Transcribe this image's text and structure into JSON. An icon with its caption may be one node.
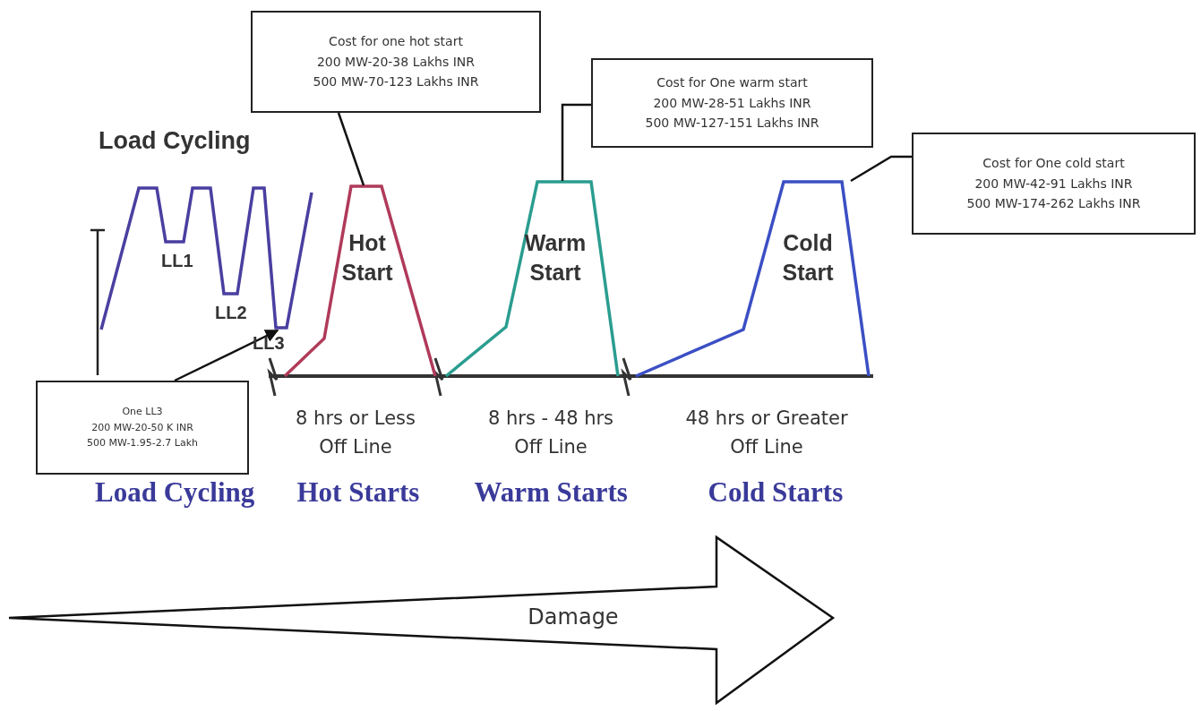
{
  "diagram": {
    "nodes": [
      {
        "text": [
          "Cost for one hot start",
          "200 MW-20-38 Lakhs INR",
          "500 MW-70-123 Lakhs INR"
        ]
      },
      {
        "text": [
          "Cost for One warm start",
          "200 MW-28-51 Lakhs INR",
          "500 MW-127-151 Lakhs INR"
        ]
      },
      {
        "text": [
          "Cost for One cold start",
          "200 MW-42-91 Lakhs INR",
          "500 MW-174-262 Lakhs INR"
        ]
      },
      {
        "text": [],
        "shape": "line"
      },
      {
        "text": [
          "Hot Start"
        ]
      },
      {
        "text": [
          "Warm Start"
        ]
      },
      {
        "text": [
          "Cold Start"
        ]
      },
      {
        "text": [
          "One LL3",
          "200 MW-20-50 K INR",
          "500 MW-1.95-2.7 Lakh"
        ]
      },
      {
        "text": [
          "Damage"
        ]
      }
    ],
    "edges": [
      {
        "from": 0,
        "to": 4,
        "arrow": "none"
      },
      {
        "from": 1,
        "to": 5,
        "arrow": "none"
      },
      {
        "from": 2,
        "to": 6,
        "arrow": "none"
      },
      {
        "from": 7,
        "to": 3,
        "arrow": "to"
      }
    ],
    "labels": [
      "Load Cycling",
      "LL1",
      "LL2",
      "LL3",
      "8 hrs or Less Off Line",
      "8 hrs - 48 hrs Off Line",
      "48 hrs or Greater Off Line",
      "Load Cycling",
      "Hot Starts",
      "Warm Starts",
      "Cold Starts"
    ]
  }
}
